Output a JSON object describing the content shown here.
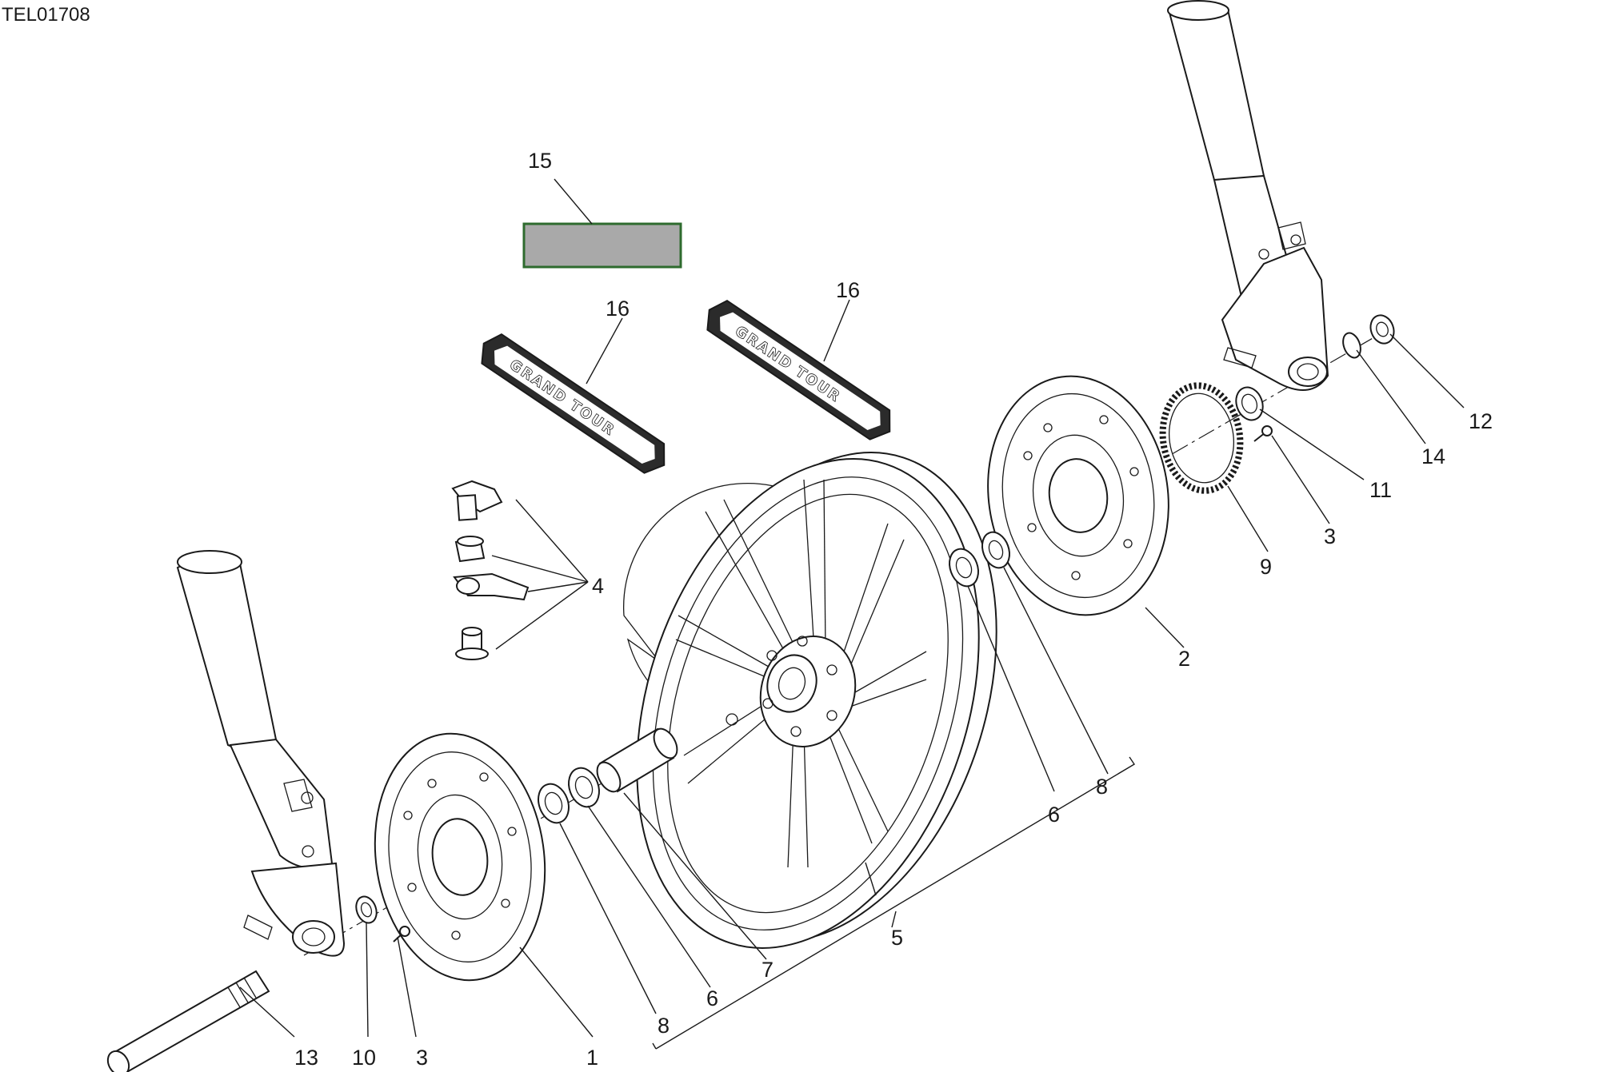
{
  "drawing_code": "TEL01708",
  "decal_text": "GRAND TOUR",
  "callouts": {
    "c1": "1",
    "c2": "2",
    "c3a": "3",
    "c3b": "3",
    "c4": "4",
    "c5": "5",
    "c6a": "6",
    "c6b": "6",
    "c7": "7",
    "c8a": "8",
    "c8b": "8",
    "c9": "9",
    "c10": "10",
    "c11": "11",
    "c12": "12",
    "c13": "13",
    "c14": "14",
    "c15": "15",
    "c16a": "16",
    "c16b": "16"
  },
  "colors": {
    "line": "#1a1a1a",
    "label_fill": "#a9a9a9",
    "label_border": "#2e6b2e",
    "decal_band": "#2b2b2b"
  }
}
